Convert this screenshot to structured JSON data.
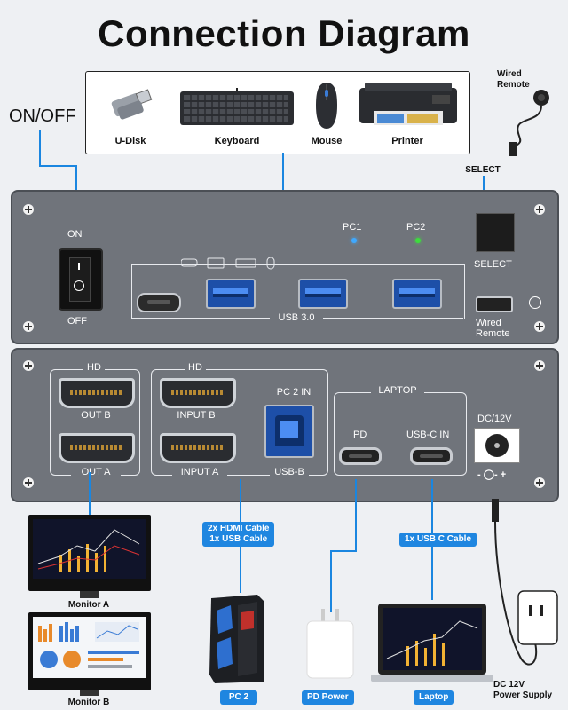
{
  "title": "Connection Diagram",
  "onoff_label": "ON/OFF",
  "wired_remote_top": "Wired\nRemote",
  "peripherals": [
    {
      "label": "U-Disk",
      "icon": "u-disk-icon"
    },
    {
      "label": "Keyboard",
      "icon": "keyboard-icon"
    },
    {
      "label": "Mouse",
      "icon": "mouse-icon"
    },
    {
      "label": "Printer",
      "icon": "printer-icon"
    }
  ],
  "front_panel": {
    "on": "ON",
    "off": "OFF",
    "pc1": "PC1",
    "pc2": "PC2",
    "usb": "USB 3.0",
    "select_top": "SELECT",
    "select": "SELECT",
    "wired_remote": "Wired\nRemote",
    "led_pc1_color": "#3fa9ff",
    "led_pc2_color": "#3ddc3d"
  },
  "back_panel": {
    "hd1": "HD",
    "hd2": "HD",
    "out_b": "OUT B",
    "out_a": "OUT A",
    "input_b": "INPUT B",
    "input_a": "INPUT A",
    "pc2_in": "PC 2 IN",
    "usb_b": "USB-B",
    "laptop": "LAPTOP",
    "pd": "PD",
    "usbc_in": "USB-C IN",
    "dc": "DC/12V",
    "polarity": "- ◯- +"
  },
  "cables": {
    "hdmi_usb": "2x HDMI Cable\n1x USB Cable",
    "usbc": "1x USB C Cable"
  },
  "devices": {
    "monitor_a": "Monitor A",
    "monitor_b": "Monitor B",
    "pc2": "PC 2",
    "pd_power": "PD Power",
    "laptop": "Laptop",
    "power_supply": "DC 12V\nPower Supply"
  },
  "colors": {
    "accent": "#1f86e0",
    "panel": "#70747b"
  }
}
